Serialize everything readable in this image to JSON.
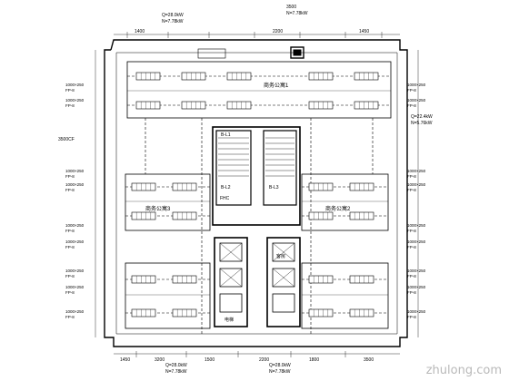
{
  "drawing": {
    "top_label_load": "Q=28.0kW",
    "top_label_power": "N=7.78kW",
    "bottom_label_load": "Q=28.0kW",
    "bottom_label_power": "N=7.78kW",
    "right_label_load": "Q=22.4kW",
    "right_label_power": "N=5.76kW",
    "left_label": "3500CF",
    "room_top": "商务公寓1",
    "room_left_mid": "商务公寓3",
    "room_right_mid": "商务公寓2",
    "stair_1": "B-L1",
    "stair_2": "B-L2",
    "stair_3": "B-L3",
    "corridor_label": "FHC",
    "elevator_label": "电梯",
    "kitchen_label": "客房",
    "diff_top": "2200",
    "diff_mid": "3500",
    "dim_left": "1400",
    "dim_right": "1450",
    "dim_bottom_left": "1450",
    "dim_bottom_2": "3200",
    "dim_bottom_3": "1500",
    "dim_bottom_4": "2200",
    "dim_bottom_5": "1800",
    "dim_bottom_6": "3500",
    "tag_unit": "FP-8",
    "tag_duct": "1000×250",
    "tag_flow": "N=7.78kW"
  },
  "watermark": "zhulong.com"
}
